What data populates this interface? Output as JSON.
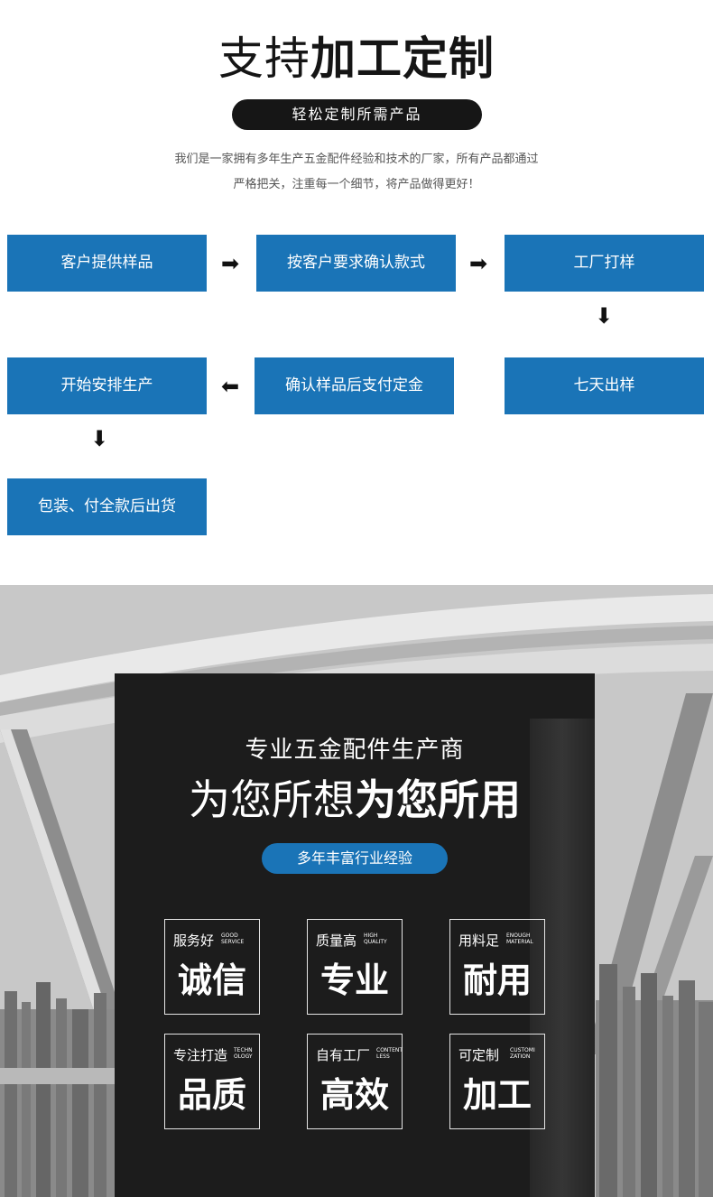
{
  "header": {
    "title_light": "支持",
    "title_bold": "加工定制",
    "pill": "轻松定制所需产品",
    "intro_line1": "我们是一家拥有多年生产五金配件经验和技术的厂家，所有产品都通过",
    "intro_line2": "严格把关，注重每一个细节，将产品做得更好！"
  },
  "process": {
    "steps": [
      "客户提供样品",
      "按客户要求确认款式",
      "工厂打样",
      "七天出样",
      "确认样品后支付定金",
      "开始安排生产",
      "包装、付全款后出货"
    ],
    "arrow_right": "➡",
    "arrow_left": "⬅",
    "arrow_down": "⬇"
  },
  "promo": {
    "subtitle": "专业五金配件生产商",
    "headline_light": "为您所想",
    "headline_bold": "为您所用",
    "pill": "多年丰富行业经验",
    "features": [
      {
        "small": "服务好",
        "en": "GOOD SERVICE",
        "big": "诚信"
      },
      {
        "small": "质量高",
        "en": "HIGH QUALITY",
        "big": "专业"
      },
      {
        "small": "用料足",
        "en": "ENOUGH MATERIAL",
        "big": "耐用"
      },
      {
        "small": "专注打造",
        "en": "TECHN OLOGY",
        "big": "品质"
      },
      {
        "small": "自有工厂",
        "en": "CONTENT LESS",
        "big": "高效"
      },
      {
        "small": "可定制",
        "en": "CUSTOMI ZATION",
        "big": "加工"
      }
    ]
  },
  "colors": {
    "accent_blue": "#1a74b7",
    "dark": "#1c1c1c"
  }
}
